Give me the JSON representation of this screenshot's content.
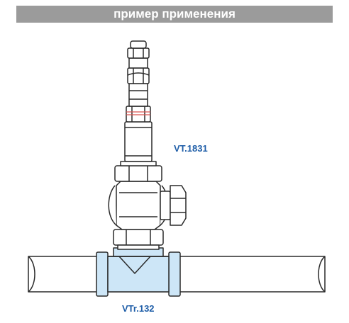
{
  "header": {
    "title": "пример применения"
  },
  "labels": {
    "valve": "VT.1831",
    "tee": "VTr.132"
  },
  "colors": {
    "banner_bg": "#9b9b9b",
    "label_text": "#1f5ea8",
    "tee_fill": "#cde6f7",
    "outline": "#2a2a2a",
    "accent_ring": "#d9534f"
  }
}
